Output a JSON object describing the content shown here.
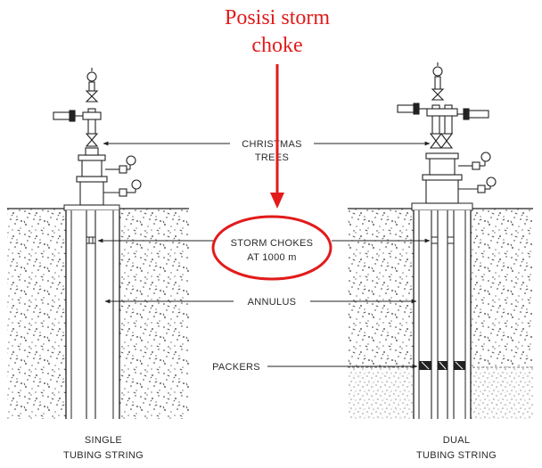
{
  "annotation": {
    "title_line1": "Posisi storm",
    "title_line2": "choke",
    "highlight_color": "#e21b1b"
  },
  "labels": {
    "christmas_line1": "CHRISTMAS",
    "christmas_line2": "TREES",
    "storm_line1": "STORM CHOKES",
    "storm_line2": "AT 1000 m",
    "annulus": "ANNULUS",
    "packers": "PACKERS"
  },
  "captions": {
    "left_line1": "SINGLE",
    "left_line2": "TUBING STRING",
    "right_line1": "DUAL",
    "right_line2": "TUBING STRING"
  }
}
